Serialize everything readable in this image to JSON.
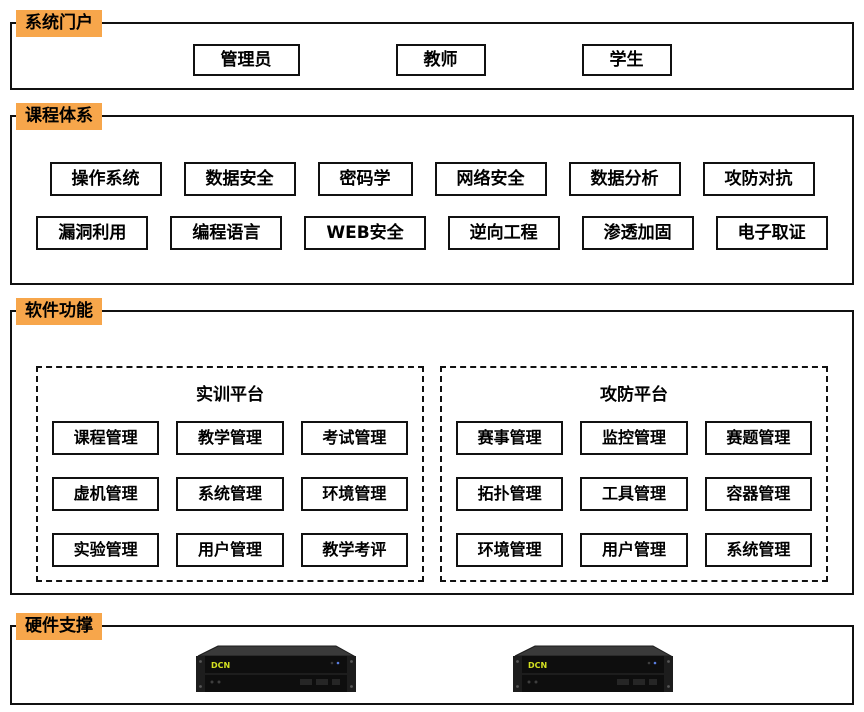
{
  "colors": {
    "accent": "#F7A64B"
  },
  "sections": {
    "portal": {
      "label": "系统门户",
      "items": [
        "管理员",
        "教师",
        "学生"
      ]
    },
    "courses": {
      "label": "课程体系",
      "rows": [
        [
          "操作系统",
          "数据安全",
          "密码学",
          "网络安全",
          "数据分析",
          "攻防对抗"
        ],
        [
          "漏洞利用",
          "编程语言",
          "WEB安全",
          "逆向工程",
          "渗透加固",
          "电子取证"
        ]
      ]
    },
    "software": {
      "label": "软件功能",
      "platforms": [
        {
          "title": "实训平台",
          "rows": [
            [
              "课程管理",
              "教学管理",
              "考试管理"
            ],
            [
              "虚机管理",
              "系统管理",
              "环境管理"
            ],
            [
              "实验管理",
              "用户管理",
              "教学考评"
            ]
          ]
        },
        {
          "title": "攻防平台",
          "rows": [
            [
              "赛事管理",
              "监控管理",
              "赛题管理"
            ],
            [
              "拓扑管理",
              "工具管理",
              "容器管理"
            ],
            [
              "环境管理",
              "用户管理",
              "系统管理"
            ]
          ]
        }
      ]
    },
    "hardware": {
      "label": "硬件支撑",
      "brand": "DCN"
    }
  }
}
